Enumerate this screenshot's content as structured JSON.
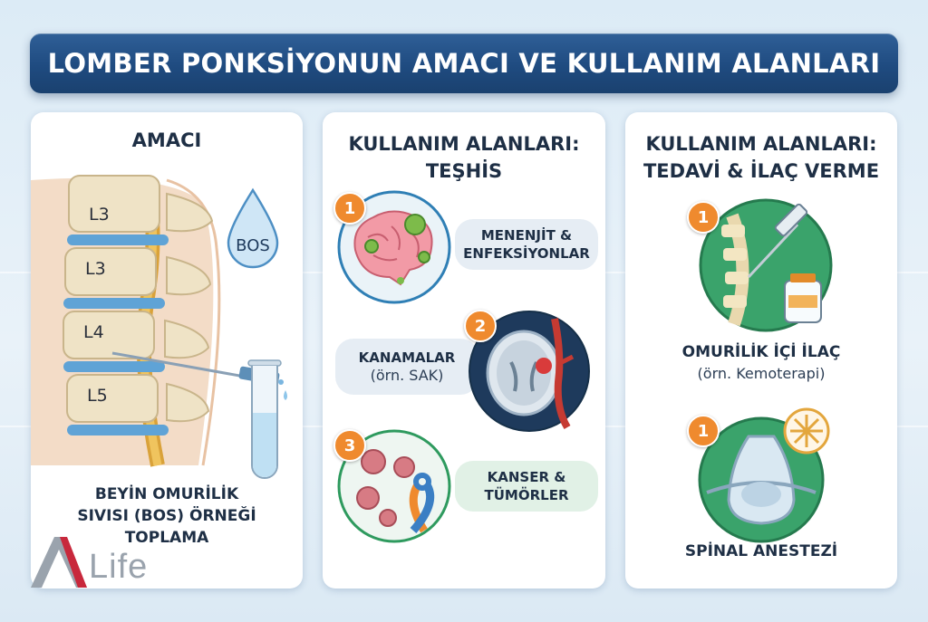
{
  "title": "LOMBER PONKSİYONUN AMACI VE KULLANIM ALANLARI",
  "panel1": {
    "title": "AMACI",
    "vertebrae": [
      "L3",
      "L3",
      "L4",
      "L5"
    ],
    "drop_label": "BOS",
    "caption": [
      "BEYİN OMURİLİK",
      "SIVISI (BOS) ÖRNEĞİ",
      "TOPLAMA"
    ]
  },
  "panel2": {
    "title": [
      "KULLANIM ALANLARI:",
      "TEŞHİS"
    ],
    "items": [
      {
        "badge": "1",
        "label": [
          "MENENJİT &",
          "ENFEKSİYONLAR"
        ]
      },
      {
        "badge": "2",
        "label": [
          "KANAMALAR",
          "(örn. SAK)"
        ]
      },
      {
        "badge": "3",
        "label": [
          "KANSER &",
          "TÜMÖRLER"
        ]
      }
    ]
  },
  "panel3": {
    "title": [
      "KULLANIM ALANLARI:",
      "TEDAVİ & İLAÇ VERME"
    ],
    "items": [
      {
        "badge": "1",
        "label": "OMURİLİK İÇİ İLAÇ",
        "sub": "(örn. Kemoterapi)"
      },
      {
        "badge": "1",
        "label": "SPİNAL ANESTEZİ"
      }
    ]
  },
  "logo": {
    "text": "Life"
  },
  "colors": {
    "header": "#1f4b80",
    "badge": "#ef8a2e",
    "green": "#2e9a5e",
    "navy": "#1e3a5c"
  }
}
